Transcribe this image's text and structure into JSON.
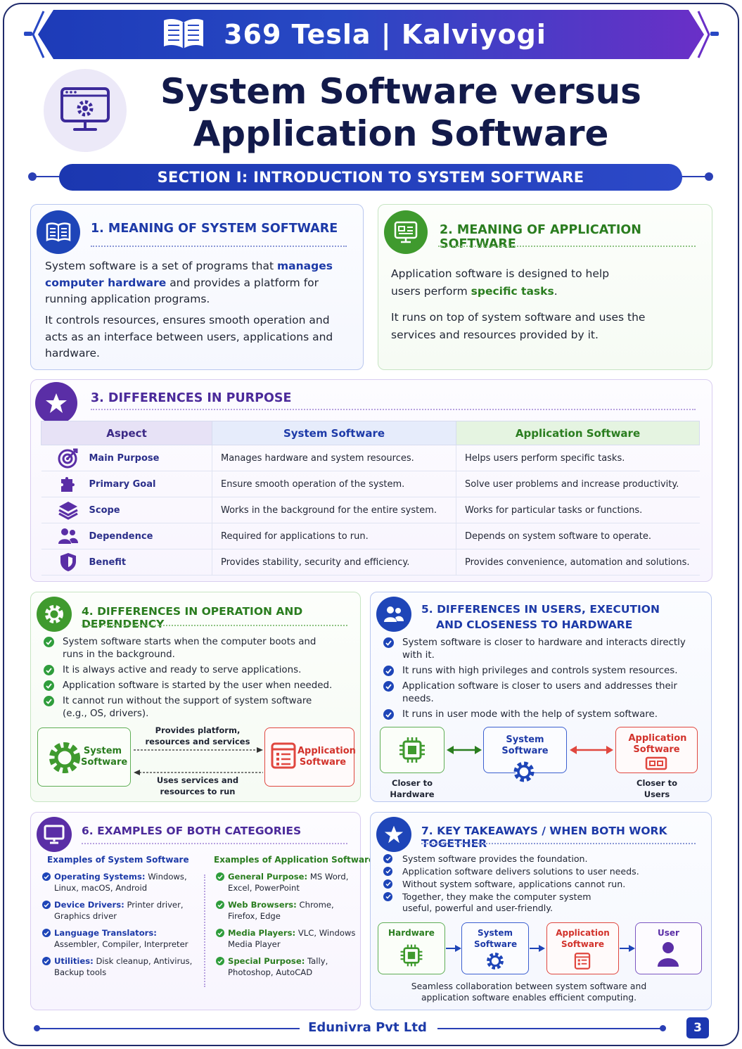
{
  "banner": {
    "title": "369 Tesla | Kalviyogi"
  },
  "page": {
    "title_line1": "System Software versus",
    "title_line2": "Application Software",
    "section": "SECTION I: INTRODUCTION TO SYSTEM SOFTWARE"
  },
  "card1": {
    "heading": "1. MEANING OF SYSTEM SOFTWARE",
    "p1_before": "System software is a set of programs that",
    "p1_highlight": "manages computer hardware",
    "p1_after": "and provides a platform for running application programs.",
    "p2": "It controls resources, ensures smooth operation and acts as an interface between users, applications and hardware."
  },
  "card2": {
    "heading": "2. MEANING OF APPLICATION SOFTWARE",
    "p1_before": "Application software is designed to help users perform",
    "p1_highlight": "specific tasks",
    "p1_after": ".",
    "p2": "It runs on top of system software and uses the services and resources provided by it."
  },
  "card3": {
    "heading": "3. DIFFERENCES IN PURPOSE",
    "columns": [
      "Aspect",
      "System Software",
      "Application Software"
    ],
    "rows": [
      {
        "aspect": "Main Purpose",
        "icon": "target-icon",
        "system": "Manages hardware and system resources.",
        "application": "Helps users perform specific tasks."
      },
      {
        "aspect": "Primary Goal",
        "icon": "puzzle-icon",
        "system": "Ensure smooth operation of the system.",
        "application": "Solve user problems and increase productivity."
      },
      {
        "aspect": "Scope",
        "icon": "layers-icon",
        "system": "Works in the background for the entire system.",
        "application": "Works for particular tasks or functions."
      },
      {
        "aspect": "Dependence",
        "icon": "users-icon",
        "system": "Required for applications to run.",
        "application": "Depends on system software to operate."
      },
      {
        "aspect": "Benefit",
        "icon": "shield-icon",
        "system": "Provides stability, security and efficiency.",
        "application": "Provides convenience, automation and solutions."
      }
    ]
  },
  "card4": {
    "heading": "4. DIFFERENCES IN OPERATION AND DEPENDENCY",
    "bullets": [
      "System software starts when the computer boots and runs in the background.",
      "It is always active and ready to serve applications.",
      "Application software is started by the user when needed.",
      "It cannot run without the support of system software (e.g., OS, drivers)."
    ],
    "diagram": {
      "left_box": "System Software",
      "right_box": "Application Software",
      "top_arrow": "Provides platform, resources and services",
      "bottom_arrow": "Uses services and resources to run"
    }
  },
  "card5": {
    "heading_line1": "5. DIFFERENCES IN USERS, EXECUTION",
    "heading_line2": "AND CLOSENESS TO HARDWARE",
    "bullets": [
      "System software is closer to hardware and interacts directly with it.",
      "It runs with high privileges and controls system resources.",
      "Application software is closer to users and addresses their needs.",
      "It runs in user mode with the help of system software."
    ],
    "diagram": {
      "center_box": "System Software",
      "right_box": "Application Software",
      "left_caption": "Closer to Hardware",
      "right_caption": "Closer to Users"
    }
  },
  "card6": {
    "heading": "6. EXAMPLES OF BOTH CATEGORIES",
    "system_col": {
      "heading": "Examples of System Software",
      "items": [
        {
          "key": "Operating Systems:",
          "value": "Windows, Linux, macOS, Android"
        },
        {
          "key": "Device Drivers:",
          "value": "Printer driver, Graphics driver"
        },
        {
          "key": "Language Translators:",
          "value": "Assembler, Compiler, Interpreter"
        },
        {
          "key": "Utilities:",
          "value": "Disk cleanup, Antivirus, Backup tools"
        }
      ]
    },
    "app_col": {
      "heading": "Examples of Application Software",
      "items": [
        {
          "key": "General Purpose:",
          "value": "MS Word, Excel, PowerPoint"
        },
        {
          "key": "Web Browsers:",
          "value": "Chrome, Firefox, Edge"
        },
        {
          "key": "Media Players:",
          "value": "VLC, Windows Media Player"
        },
        {
          "key": "Special Purpose:",
          "value": "Tally, Photoshop, AutoCAD"
        }
      ]
    }
  },
  "card7": {
    "heading": "7. KEY TAKEAWAYS / WHEN BOTH WORK TOGETHER",
    "bullets": [
      "System software provides the foundation.",
      "Application software delivers solutions to user needs.",
      "Without system software, applications cannot run.",
      "Together, they make the computer system useful, powerful and user-friendly."
    ],
    "flow": [
      "Hardware",
      "System Software",
      "Application Software",
      "User"
    ],
    "caption": "Seamless collaboration between system software and application software enables efficient computing."
  },
  "footer": {
    "company": "Edunivra Pvt Ltd",
    "page_number": "3"
  },
  "colors": {
    "blue": "#1d3aa8",
    "green": "#2a7d1f",
    "purple": "#5a2ea6",
    "red": "#d2322b"
  }
}
